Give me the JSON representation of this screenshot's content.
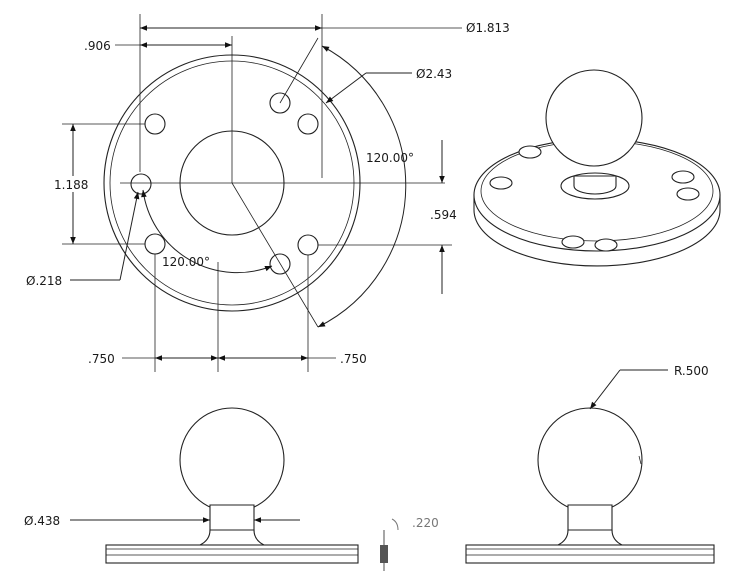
{
  "dimensions": {
    "outer_dia": "Ø1.813",
    "bolt_circle_dia": "Ø2.43",
    "offset_x": ".906",
    "angle_right": "120.00°",
    "angle_left": "120.00°",
    "vertical_spacing": "1.188",
    "half_vertical": ".594",
    "hole_dia": "Ø.218",
    "horizontal_left": ".750",
    "horizontal_right": ".750",
    "ball_radius": "R.500",
    "neck_dia": "Ø.438",
    "base_thickness": ".220"
  },
  "colors": {
    "line": "#222222",
    "secondary_text": "#777777"
  }
}
